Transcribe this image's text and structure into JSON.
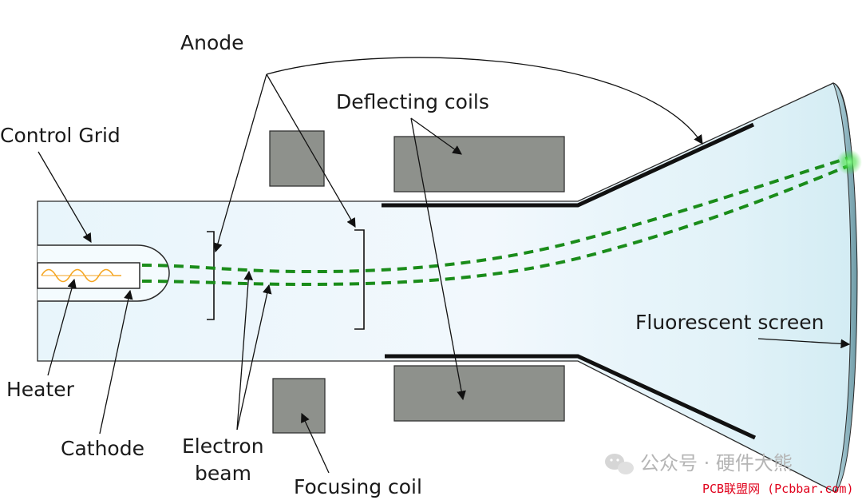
{
  "labels": {
    "anode": "Anode",
    "deflecting_coils": "Deflecting coils",
    "control_grid": "Control Grid",
    "fluorescent_screen": "Fluorescent screen",
    "heater": "Heater",
    "cathode": "Cathode",
    "electron_beam_line1": "Electron",
    "electron_beam_line2": "beam",
    "focusing_coil": "Focusing coil"
  },
  "watermark": {
    "wechat": "公众号 · 硬件大熊",
    "site": "PCB联盟网 (Pcbbar.com)"
  },
  "colors": {
    "tube_fill": "#e6f5fc",
    "coil_fill": "#8e918c",
    "beam": "#1a8c1a",
    "heater_wire": "#f5a623",
    "spot": "#3cdc3c",
    "outline": "#2a2a2a"
  },
  "icons": {
    "wechat": "wechat-icon"
  }
}
